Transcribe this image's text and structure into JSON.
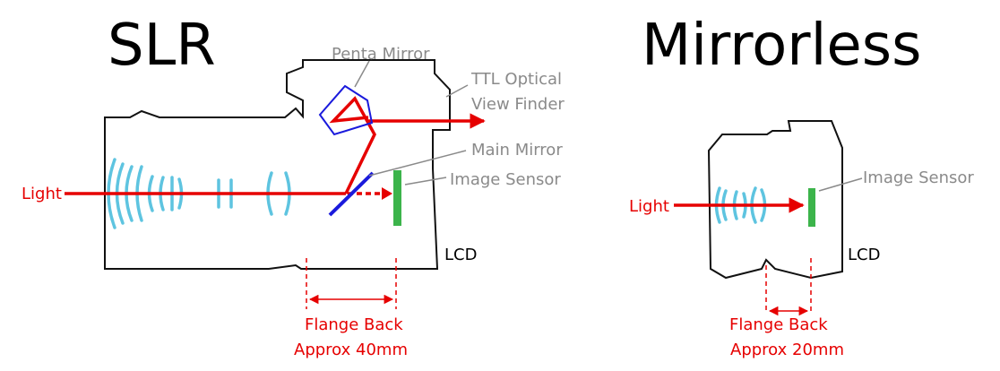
{
  "slr": {
    "title": "SLR",
    "labels": {
      "penta_mirror": "Penta Mirror",
      "ttl_line1": "TTL Optical",
      "ttl_line2": "View Finder",
      "main_mirror": "Main Mirror",
      "image_sensor": "Image Sensor",
      "light": "Light",
      "lcd": "LCD",
      "flange_back": "Flange Back",
      "flange_distance": "Approx 40mm"
    }
  },
  "mirrorless": {
    "title": "Mirrorless",
    "labels": {
      "image_sensor": "Image Sensor",
      "light": "Light",
      "lcd": "LCD",
      "flange_back": "Flange Back",
      "flange_distance": "Approx 20mm"
    }
  },
  "colors": {
    "light_ray": "#e60000",
    "lens_elements": "#5ec4e0",
    "mirror": "#1a1adc",
    "sensor": "#3cb44b",
    "callout_text": "#8a8a8a",
    "body_outline": "#111111"
  }
}
